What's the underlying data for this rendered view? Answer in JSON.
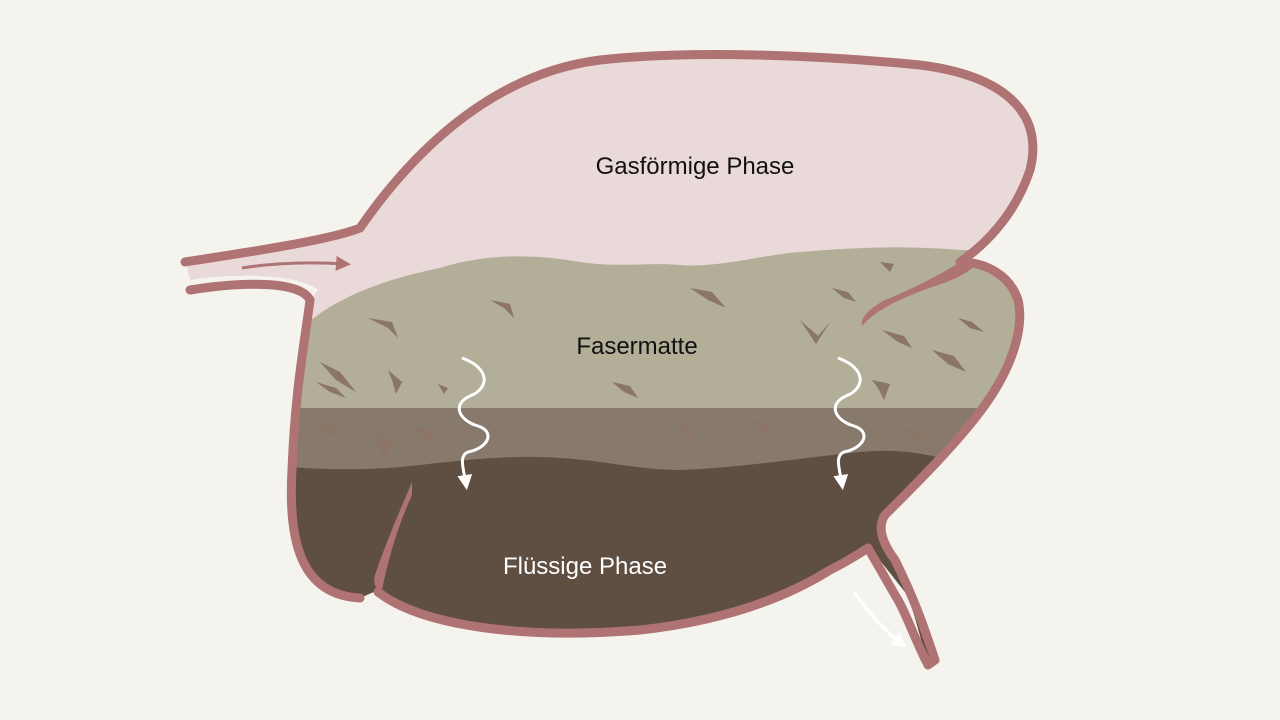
{
  "labels": {
    "gas_phase": "Gasförmige Phase",
    "fiber_mat": "Fasermatte",
    "liquid_phase": "Flüssige Phase"
  },
  "colors": {
    "background": "#f5f3ee",
    "wall": "#b07374",
    "gas": "#e9d9d9",
    "fiber_mat": "#b2ae98",
    "transition": "#87796b",
    "liquid": "#5f4e42",
    "fibers": "#8a7566",
    "arrows_light": "#ffffff"
  },
  "icons": {
    "inflow_arrow": "arrow-right-icon",
    "flow_down_arrow": "wavy-arrow-down-icon",
    "outflow_arrow": "arrow-down-right-icon",
    "fiber_particle": "fiber-particle-icon"
  }
}
